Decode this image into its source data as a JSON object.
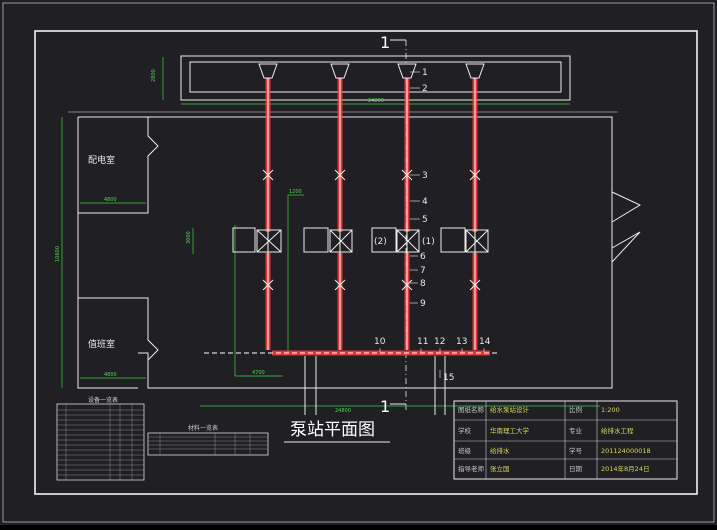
{
  "drawing": {
    "title": "泵站平面图",
    "section_mark_top": "1",
    "section_mark_bottom": "1",
    "rooms": {
      "distribution_room": "配电室",
      "duty_room": "值班室"
    },
    "pump_labels": [
      "(2)",
      "(1)"
    ],
    "callouts": [
      "1",
      "2",
      "3",
      "4",
      "5",
      "6",
      "7",
      "8",
      "9",
      "10",
      "11",
      "12",
      "13",
      "14",
      "15"
    ],
    "dimensions": {
      "wet_well_width": "24800",
      "wet_well_depth": "2800",
      "building_depth": "10600",
      "building_width": "24800",
      "distribution_room_width": "4800",
      "duty_room_width": "4800",
      "pipe_offset": "1200",
      "pump_spacing": "3600",
      "outlet_offset": "4700"
    }
  },
  "colors": {
    "background": "#1f1f24",
    "lines": "#e6e6e6",
    "pipe": "#ff3b3b",
    "dimension": "#3fd43f",
    "text": "#ffffff"
  },
  "title_block": {
    "project_label": "图纸名称",
    "project_value": "给水泵站设计",
    "scale_label": "比例",
    "scale_value": "1:200",
    "school_label": "学校",
    "school_value": "华南理工大学",
    "major_label": "专业",
    "major_value": "给排水工程",
    "class_label": "班级",
    "class_value": "给排水",
    "id_label": "学号",
    "id_value": "201124000018",
    "teacher_label": "指导老师",
    "teacher_value": "张立国",
    "date_label": "日期",
    "date_value": "2014年8月24日"
  },
  "tables": {
    "equipment_title": "设备一览表",
    "material_title": "材料一览表"
  }
}
